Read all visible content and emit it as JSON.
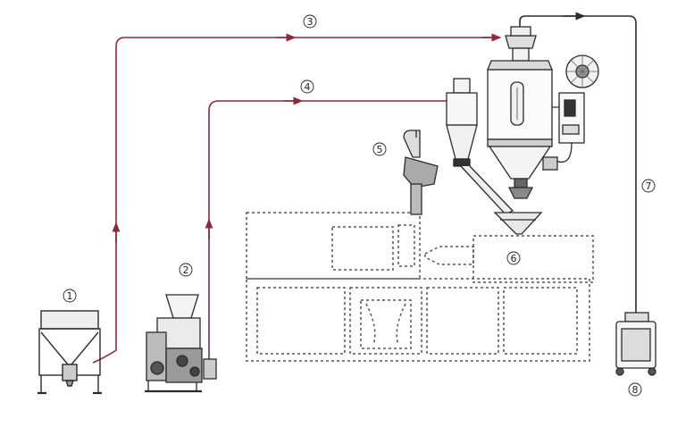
{
  "colors": {
    "pipe": "#8b2a3a",
    "line": "#2b2b2b",
    "dotted": "#555555",
    "background": "#ffffff"
  },
  "labels": {
    "n1": "1",
    "n2": "2",
    "n3": "3",
    "n4": "4",
    "n5": "5",
    "n6": "6",
    "n7": "7",
    "n8": "8"
  }
}
